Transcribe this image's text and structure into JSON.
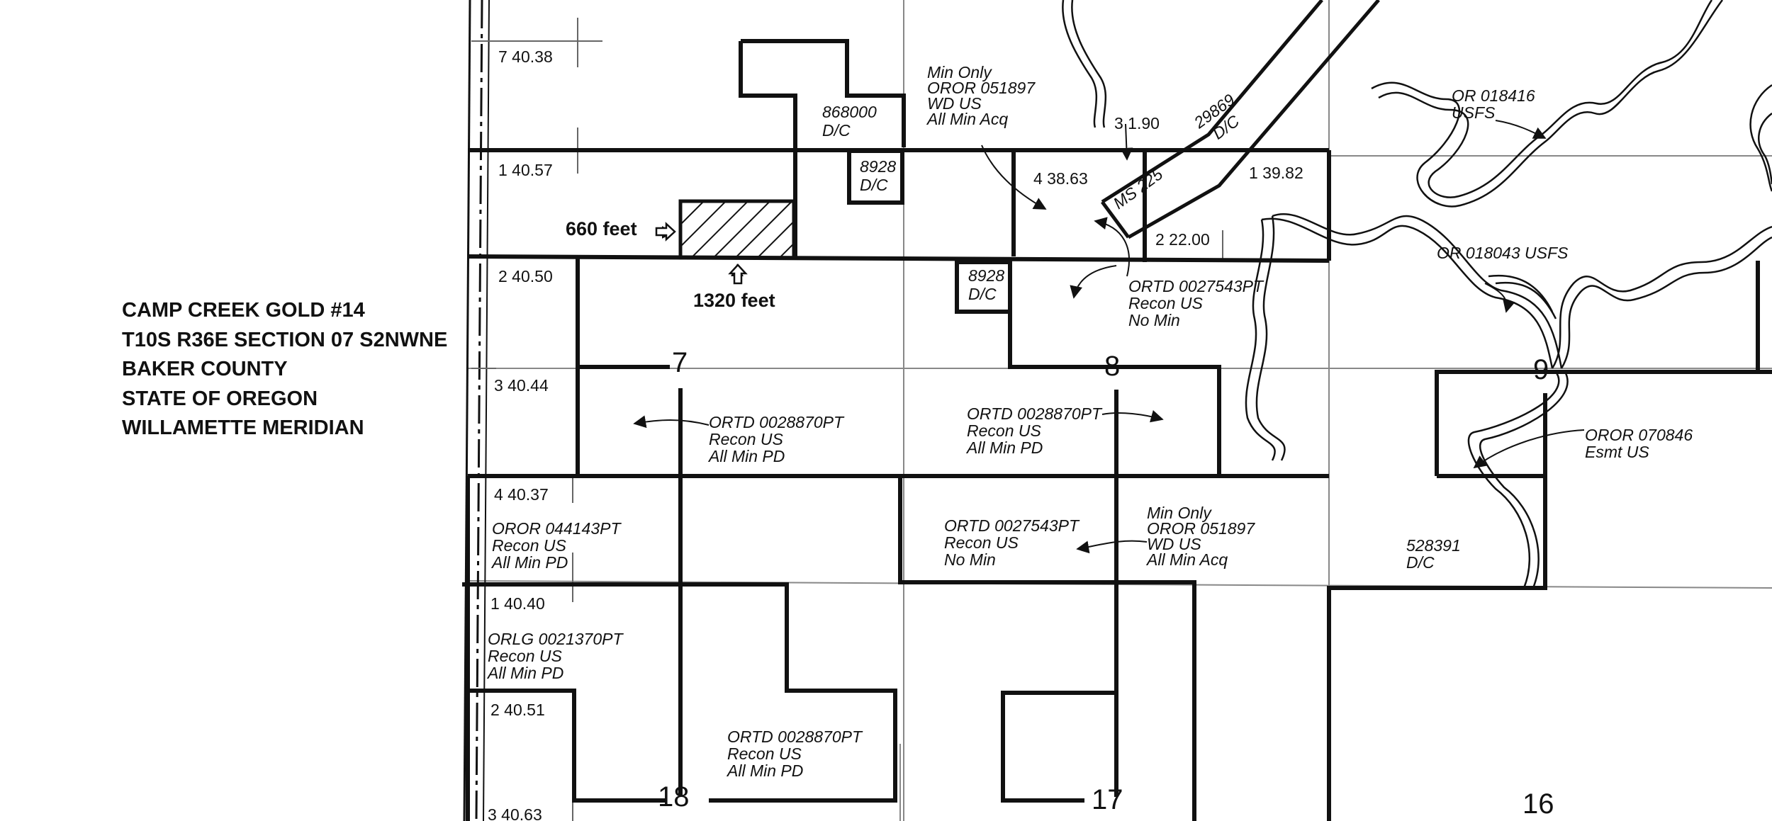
{
  "title_block": {
    "line1": "CAMP CREEK GOLD #14",
    "line2": "T10S R36E SECTION 07 S2NWNE",
    "line3": "BAKER COUNTY",
    "line4": "STATE OF OREGON",
    "line5": "WILLAMETTE MERIDIAN"
  },
  "lots": {
    "l1": "7 40.38",
    "l2": "1 40.57",
    "l3": "2 40.50",
    "l4": "3 40.44",
    "l5": "4 40.37",
    "l6": "1 40.40",
    "l7": "2 40.51",
    "l8": "3 40.63",
    "l9": "3 1.90",
    "l10": "4 38.63",
    "l11": "1 39.82",
    "l12": "2 22.00"
  },
  "sections": {
    "s7": "7",
    "s8": "8",
    "s9": "9",
    "s16": "16",
    "s17": "17",
    "s18": "18"
  },
  "claim": {
    "width_label": "660 feet",
    "length_label": "1320 feet"
  },
  "annotations": {
    "a868000": [
      "868000",
      "D/C"
    ],
    "a8928a": [
      "8928",
      "D/C"
    ],
    "a8928b": [
      "8928",
      "D/C"
    ],
    "amin1": [
      "Min Only",
      "OROR  051897",
      "WD US",
      "All Min Acq"
    ],
    "aor018416": [
      "OR 018416",
      "USFS"
    ],
    "aor018043": "OR 018043  USFS",
    "ams225": "MS 225",
    "a29869": [
      "29869",
      "D/C"
    ],
    "aortd27543a": [
      "ORTD  0027543PT",
      "Recon US",
      "No Min"
    ],
    "aortd28870a": [
      "ORTD  0028870PT",
      "Recon US",
      "All Min PD"
    ],
    "aortd28870b": [
      "ORTD  0028870PT",
      "Recon US",
      "All Min PD"
    ],
    "aoror070846": [
      "OROR  070846",
      "Esmt US"
    ],
    "aoror044143": [
      "OROR   044143PT",
      "Recon US",
      "All Min PD"
    ],
    "aortd27543b": [
      "ORTD  0027543PT",
      "Recon US",
      "No Min"
    ],
    "amin2": [
      "Min Only",
      "OROR  051897",
      "WD US",
      "All Min Acq"
    ],
    "a528391": [
      "528391",
      "D/C"
    ],
    "aorlg": [
      "ORLG  0021370PT",
      "Recon US",
      "All Min PD"
    ],
    "aortd28870c": [
      "ORTD  0028870PT",
      "Recon US",
      "All Min PD"
    ]
  }
}
